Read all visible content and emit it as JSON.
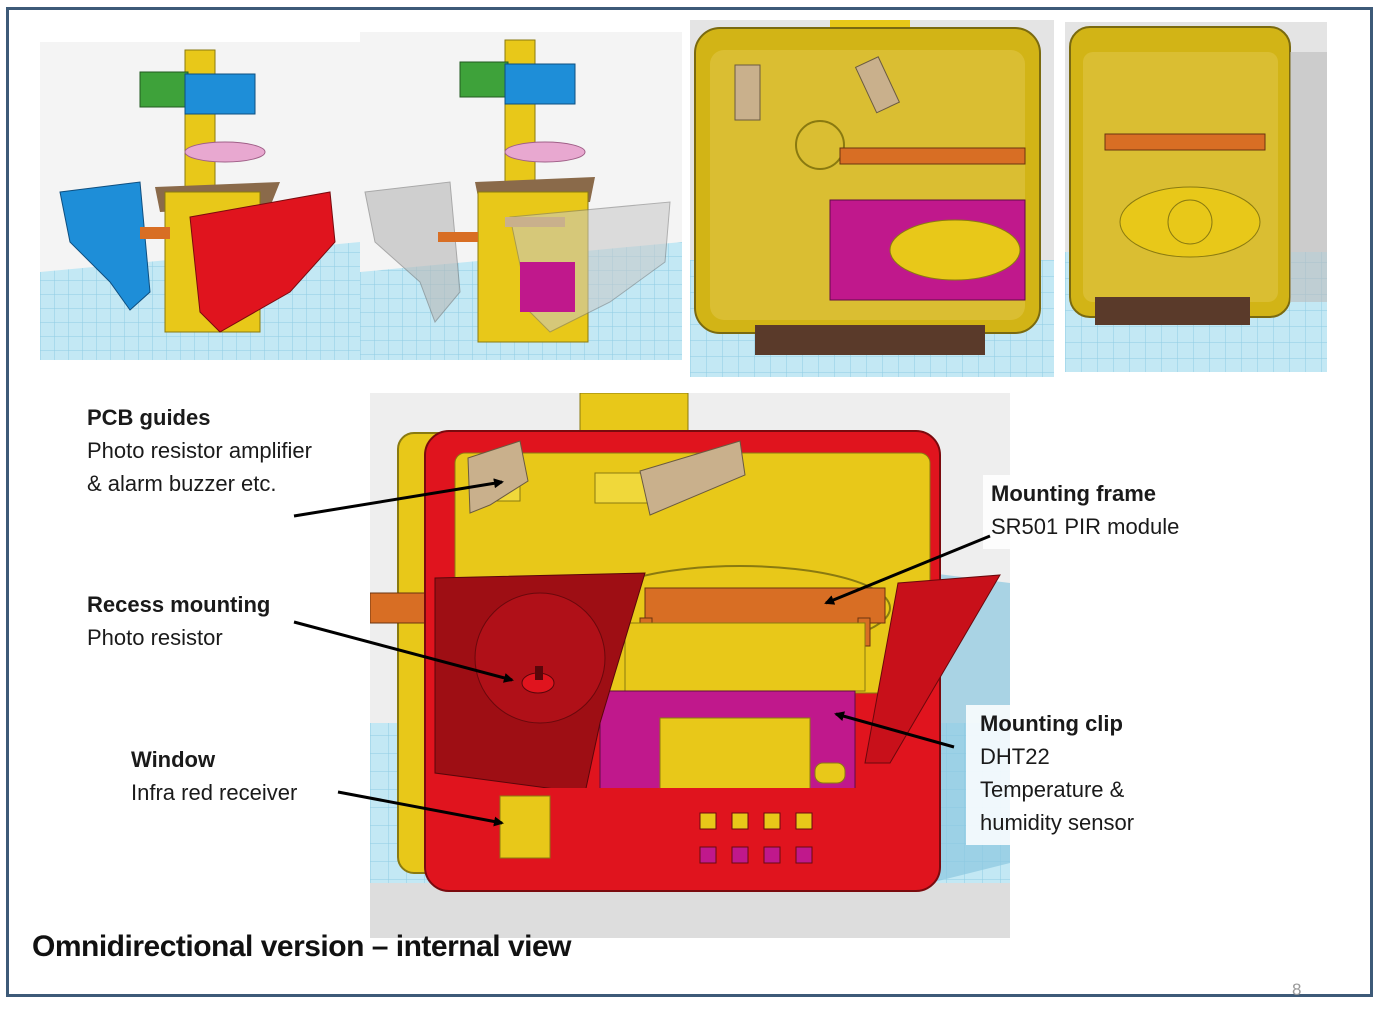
{
  "slide": {
    "title": "Omnidirectional version – internal view",
    "page_number": "8"
  },
  "callouts": [
    {
      "heading": "PCB guides",
      "lines": [
        "Photo resistor amplifier",
        "& alarm buzzer etc."
      ]
    },
    {
      "heading": "Recess mounting",
      "lines": [
        "Photo resistor"
      ]
    },
    {
      "heading": "Window",
      "lines": [
        "Infra red receiver"
      ]
    },
    {
      "heading": "Mounting frame",
      "lines": [
        "SR501 PIR module"
      ]
    },
    {
      "heading": "Mounting clip",
      "lines": [
        "DHT22",
        "Temperature &",
        "humidity sensor"
      ]
    }
  ],
  "colors": {
    "frame_border": "#3d5a78",
    "housing_red": "#e0141e",
    "housing_yellow": "#e8c819",
    "pcb_magenta": "#c0188c",
    "frame_orange": "#d86e24",
    "guide_tan": "#c9b08c",
    "grid_blue": "#bfe6f2",
    "part_blue": "#1e8ed8",
    "part_green": "#3ea23a"
  },
  "images": [
    {
      "name": "assembled-view-image"
    },
    {
      "name": "transparent-side-view-image"
    },
    {
      "name": "rear-internal-view-image"
    },
    {
      "name": "side-internal-view-image"
    },
    {
      "name": "internal-view-main-image"
    }
  ]
}
